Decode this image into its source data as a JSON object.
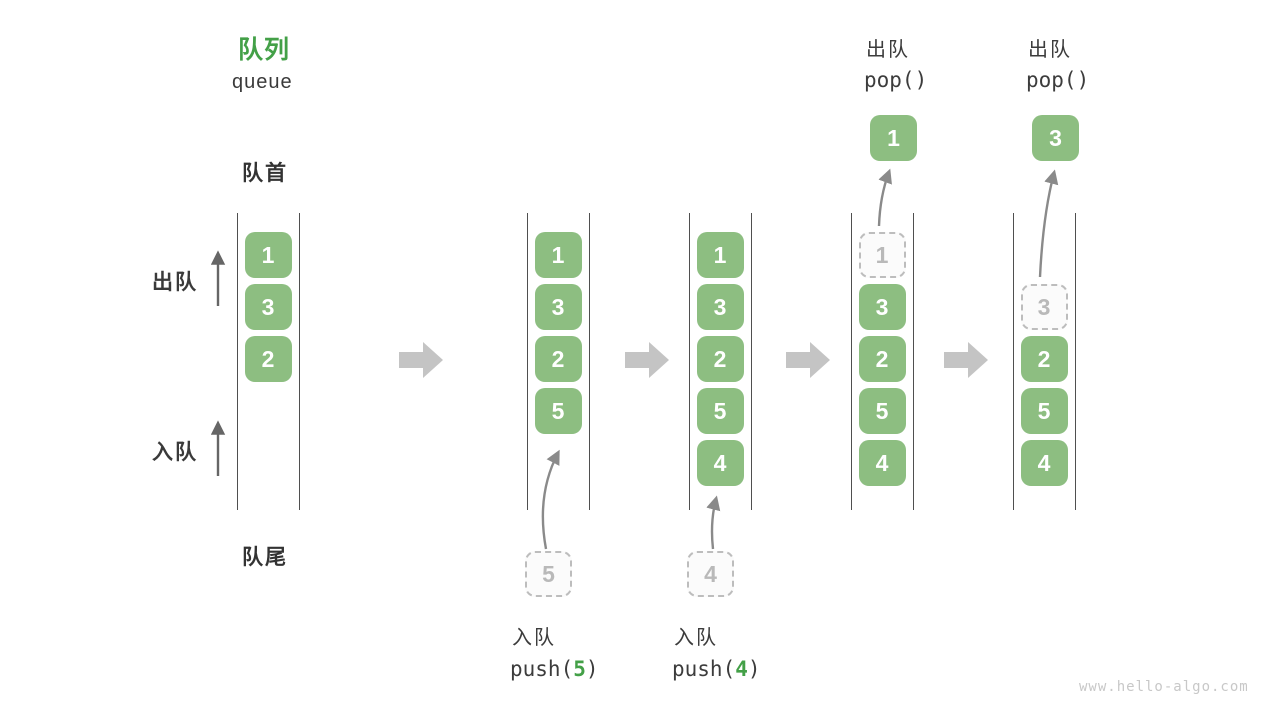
{
  "title": {
    "zh": "队列",
    "en": "queue"
  },
  "side_labels": {
    "front": "队首",
    "rear": "队尾",
    "dequeue": "出队",
    "enqueue": "入队"
  },
  "colors": {
    "box_green": "#8dbe81",
    "accent_green": "#43a047",
    "dark_text": "#3b3b3b",
    "ghost_border": "#bdbdbd",
    "ghost_text": "#b9b9b9",
    "block_arrow_gray": "#c4c4c4",
    "curve_arrow_gray": "#8a8a8a"
  },
  "columns": [
    {
      "slots": [
        {
          "value": "1",
          "state": "filled"
        },
        {
          "value": "3",
          "state": "filled"
        },
        {
          "value": "2",
          "state": "filled"
        }
      ]
    },
    {
      "slots": [
        {
          "value": "1",
          "state": "filled"
        },
        {
          "value": "3",
          "state": "filled"
        },
        {
          "value": "2",
          "state": "filled"
        },
        {
          "value": "5",
          "state": "filled"
        }
      ],
      "incoming": {
        "value": "5",
        "label": "入队",
        "code_prefix": "push(",
        "arg": "5",
        "code_suffix": ")"
      }
    },
    {
      "slots": [
        {
          "value": "1",
          "state": "filled"
        },
        {
          "value": "3",
          "state": "filled"
        },
        {
          "value": "2",
          "state": "filled"
        },
        {
          "value": "5",
          "state": "filled"
        },
        {
          "value": "4",
          "state": "filled"
        }
      ],
      "incoming": {
        "value": "4",
        "label": "入队",
        "code_prefix": "push(",
        "arg": "4",
        "code_suffix": ")"
      }
    },
    {
      "slots": [
        {
          "value": "1",
          "state": "ghost"
        },
        {
          "value": "3",
          "state": "filled"
        },
        {
          "value": "2",
          "state": "filled"
        },
        {
          "value": "5",
          "state": "filled"
        },
        {
          "value": "4",
          "state": "filled"
        }
      ],
      "outgoing": {
        "value": "1",
        "label": "出队",
        "code": "pop()"
      }
    },
    {
      "slots": [
        {
          "state": "empty"
        },
        {
          "value": "3",
          "state": "ghost"
        },
        {
          "value": "2",
          "state": "filled"
        },
        {
          "value": "5",
          "state": "filled"
        },
        {
          "value": "4",
          "state": "filled"
        }
      ],
      "outgoing": {
        "value": "3",
        "label": "出队",
        "code": "pop()"
      }
    }
  ],
  "watermark": "www.hello-algo.com"
}
